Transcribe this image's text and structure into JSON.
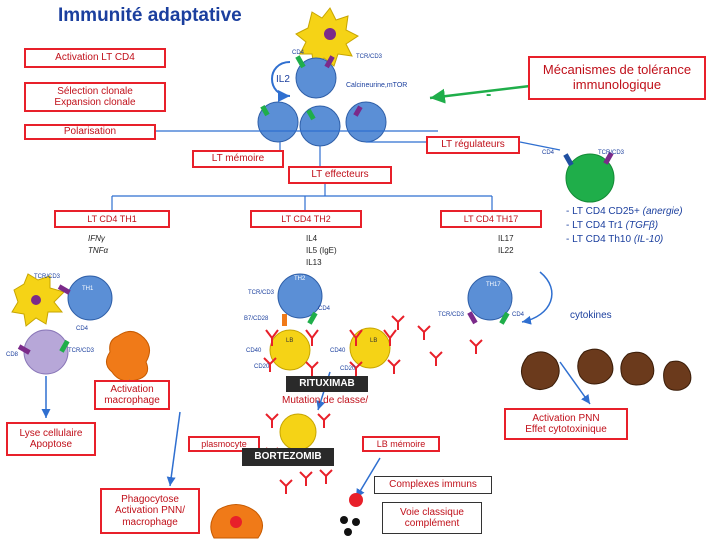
{
  "title": "Immunité adaptative",
  "boxes": {
    "activation_lt_cd4": "Activation LT CD4",
    "selection": [
      "Sélection clonale",
      "Expansion clonale"
    ],
    "polarisation": "Polarisation",
    "lt_memoire": "LT mémoire",
    "lt_regulateurs": "LT régulateurs",
    "lt_effecteurs": "LT effecteurs",
    "lt_cd4_th1": "LT CD4 TH1",
    "lt_cd4_th2": "LT CD4 TH2",
    "lt_cd4_th17": "LT CD4 TH17",
    "tolerance": [
      "Mécanismes de tolérance",
      "immunologique"
    ],
    "activation_macrophage": [
      "Activation",
      "macrophage"
    ],
    "lyse": [
      "Lyse cellulaire",
      "Apoptose"
    ],
    "plasmocyte": "plasmocyte",
    "lb_memoire": "LB mémoire",
    "activation_pnn": [
      "Activation PNN",
      "Effet cytotoxinique"
    ],
    "phagocytose": [
      "Phagocytose",
      "Activation PNN/",
      "macrophage"
    ],
    "complexes": "Complexes immuns",
    "voie": [
      "Voie classique",
      "complément"
    ],
    "rituximab": "RITUXIMAB",
    "bortezomib": "BORTEZOMIB"
  },
  "texts": {
    "il2": "IL2",
    "calcineurine": "Calcineurine,mTOR",
    "minus": "-",
    "th1_cytokines": [
      "IFNγ",
      "TNFα"
    ],
    "th2_cytokines": [
      "IL4",
      "IL5 (IgE)",
      "IL13"
    ],
    "th17_cytokines": [
      "IL17",
      "IL22"
    ],
    "treg_list": [
      [
        "- LT CD4 CD25+ ",
        "(anergie)"
      ],
      [
        "- LT CD4 Tr1 ",
        "(TGFβ)"
      ],
      [
        "- LT CD4 Th10 ",
        "(IL-10)"
      ]
    ],
    "cytokines": "cytokines",
    "mutation": "Mutation de classe/"
  },
  "labels": {
    "cd4_top": "CD4",
    "tcr_top": "TCR/CD3",
    "cd4_treg": "CD4",
    "tcr_treg": "TCR/CD3",
    "tcr_th1": "TCR/CD3",
    "th1": "TH1",
    "tcr_th2": "TCR/CD3",
    "th2": "TH2",
    "cd4_th2": "CD4",
    "th17": "TH17",
    "tcr_th17": "TCR/CD3",
    "cd4_th17": "CD4",
    "b7": "B7/CD28",
    "cd4_left": "CD4",
    "tcr_left": "TCR/CD3",
    "cd8": "CD8",
    "lb1": "LB",
    "lb2": "LB",
    "cd40_1": "CD40",
    "cd40_2": "CD40",
    "cd20_1": "CD20",
    "cd20_2": "CD20"
  },
  "colors": {
    "red": "#e8202a",
    "blue_cell": "#5b8fd6",
    "green": "#1fae4a",
    "yellow": "#f5d316",
    "orange": "#f07a18",
    "purple": "#b7a7d8",
    "brown": "#6b3a1c",
    "arrow": "#2f6fd0"
  }
}
